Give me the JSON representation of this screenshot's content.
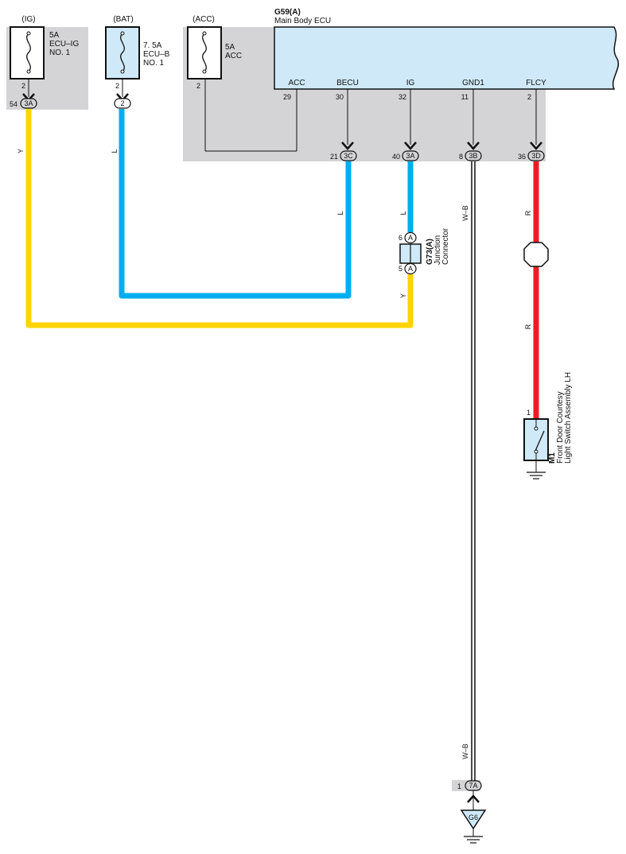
{
  "colors": {
    "panel_grey": "#d4d4d6",
    "ecu_fill": "#cfe9f8",
    "fuse_fill": "#cfe9f8",
    "wire_yellow": "#ffd400",
    "wire_blue": "#00aeef",
    "wire_red": "#ed1c24",
    "wire_white_black": "#9a9a9a"
  },
  "fuses": {
    "ig": {
      "group": "(IG)",
      "rating": "5A",
      "name": "ECU–IG",
      "name2": "NO. 1",
      "pin": "2",
      "conn_pin": "54",
      "conn": "3A"
    },
    "bat": {
      "group": "(BAT)",
      "rating": "7. 5A",
      "name": "ECU–B",
      "name2": "NO. 1",
      "pin": "2",
      "conn": "2"
    },
    "acc": {
      "group": "(ACC)",
      "rating": "5A",
      "name": "ACC",
      "pin": "2"
    }
  },
  "ecu": {
    "id": "G59(A)",
    "name": "Main Body ECU",
    "terminals": [
      {
        "name": "ACC",
        "pin": "29"
      },
      {
        "name": "BECU",
        "pin": "30",
        "conn_pin": "21",
        "conn": "3C"
      },
      {
        "name": "IG",
        "pin": "32",
        "conn_pin": "40",
        "conn": "3A"
      },
      {
        "name": "GND1",
        "pin": "11",
        "conn_pin": "8",
        "conn": "3B"
      },
      {
        "name": "FLCY",
        "pin": "2",
        "conn_pin": "36",
        "conn": "3D"
      }
    ]
  },
  "wires": {
    "y1": "Y",
    "l1": "L",
    "l2": "L",
    "l3": "L",
    "y2": "Y",
    "wb1": "W–B",
    "wb2": "W–B",
    "r1": "R",
    "r2": "R"
  },
  "junction": {
    "id": "G73(A)",
    "name": "Junction",
    "name2": "Connector",
    "pin_top": "6",
    "pin_bottom": "5",
    "conn": "A"
  },
  "switch": {
    "id": "M1",
    "name": "Front Door Courtesy",
    "name2": "Light Switch Assembly LH",
    "pin": "1"
  },
  "ground": {
    "conn_pin": "1",
    "conn": "7A",
    "id": "G6"
  }
}
